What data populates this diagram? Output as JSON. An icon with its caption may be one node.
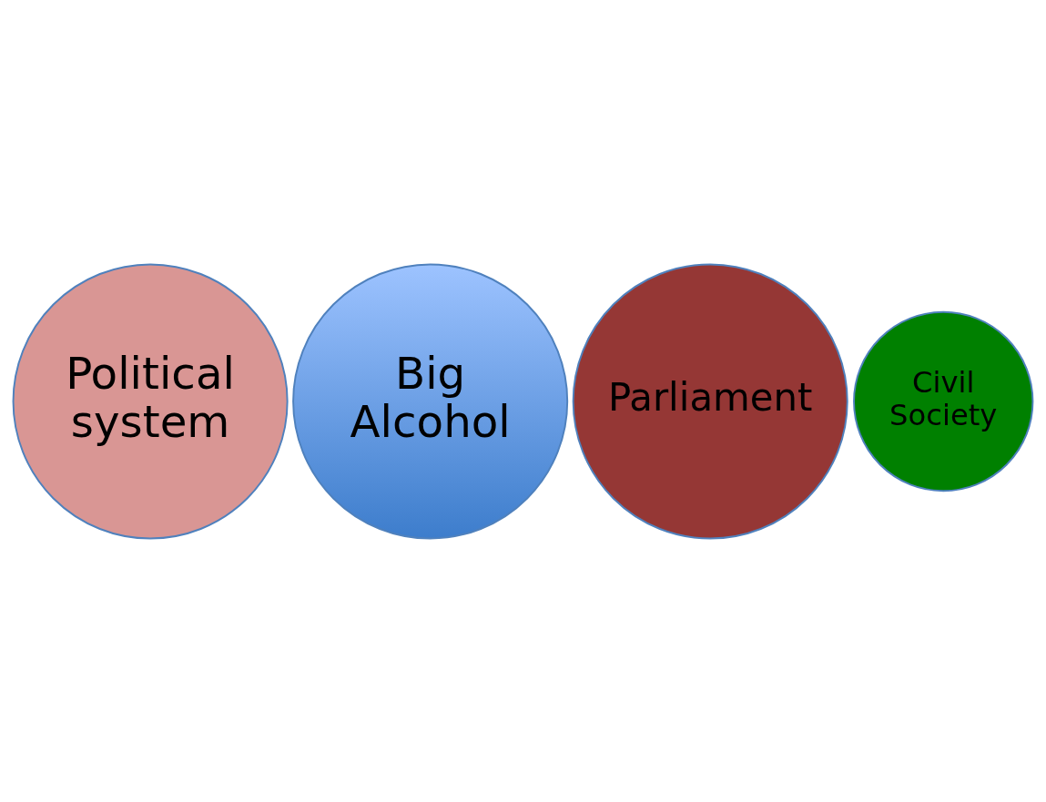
{
  "diagram": {
    "nodes": [
      {
        "text": [
          "Political system"
        ]
      },
      {
        "text": [
          "Big Alcohol"
        ]
      },
      {
        "text": [
          "Parliament"
        ]
      },
      {
        "text": [
          "Civil Society"
        ]
      }
    ],
    "edges": []
  }
}
